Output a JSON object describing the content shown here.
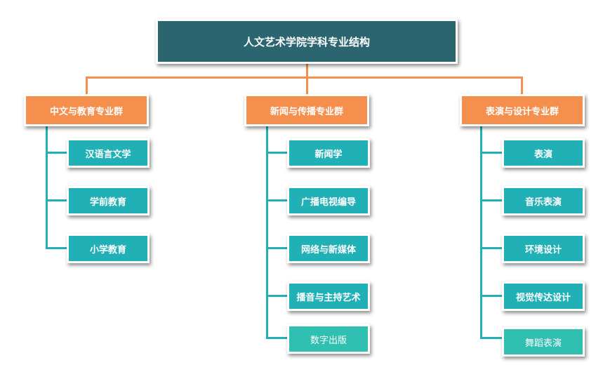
{
  "root": {
    "label": "人文艺术学院学科专业结构"
  },
  "groups": [
    {
      "label": "中文与教育专业群",
      "items": [
        "汉语言文学",
        "学前教育",
        "小学教育"
      ]
    },
    {
      "label": "新闻与传播专业群",
      "items": [
        "新闻学",
        "广播电视编导",
        "网络与新媒体",
        "播音与主持艺术",
        "数字出版"
      ]
    },
    {
      "label": "表演与设计专业群",
      "items": [
        "表演",
        "音乐表演",
        "环境设计",
        "视觉传达设计",
        "舞蹈表演"
      ]
    }
  ],
  "colors": {
    "root": "#2b6670",
    "group": "#f58f4d",
    "leaf": "#21b0b6",
    "connector_top": "#f58f4d",
    "connector_branch": "#21b0b6"
  }
}
